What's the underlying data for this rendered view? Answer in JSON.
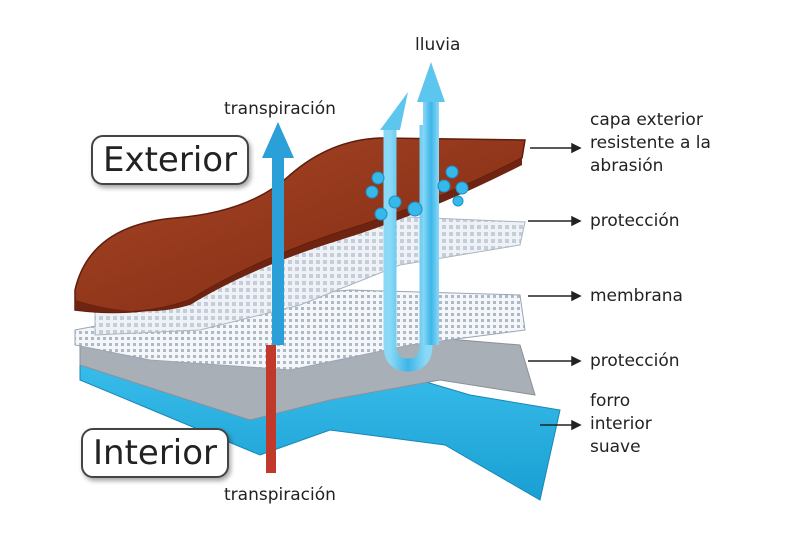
{
  "labels": {
    "exterior": "Exterior",
    "interior": "Interior",
    "lluvia": "lluvia",
    "transpiracion_top": "transpiración",
    "transpiracion_bottom": "transpiración"
  },
  "layers": [
    {
      "id": "outer",
      "lines": [
        "capa exterior",
        "resistente a la",
        "abrasión"
      ]
    },
    {
      "id": "protection-top",
      "lines": [
        "protección"
      ]
    },
    {
      "id": "membrane",
      "lines": [
        "membrana"
      ]
    },
    {
      "id": "protection-bottom",
      "lines": [
        "protección"
      ]
    },
    {
      "id": "lining",
      "lines": [
        "forro",
        "interior",
        "suave"
      ]
    }
  ],
  "colors": {
    "outer_fabric": "#9b3a1c",
    "outer_fabric_dark": "#6e2410",
    "protection_fabric": "#dfe6ee",
    "membrane_fabric": "#c9d3de",
    "protection_grey": "#a7adb5",
    "lining_fabric": "#28b6e6",
    "vapor_arrow": "#2a9fd8",
    "transpiration_red": "#c0392b",
    "rain_arrow": "#5cc6ef"
  }
}
